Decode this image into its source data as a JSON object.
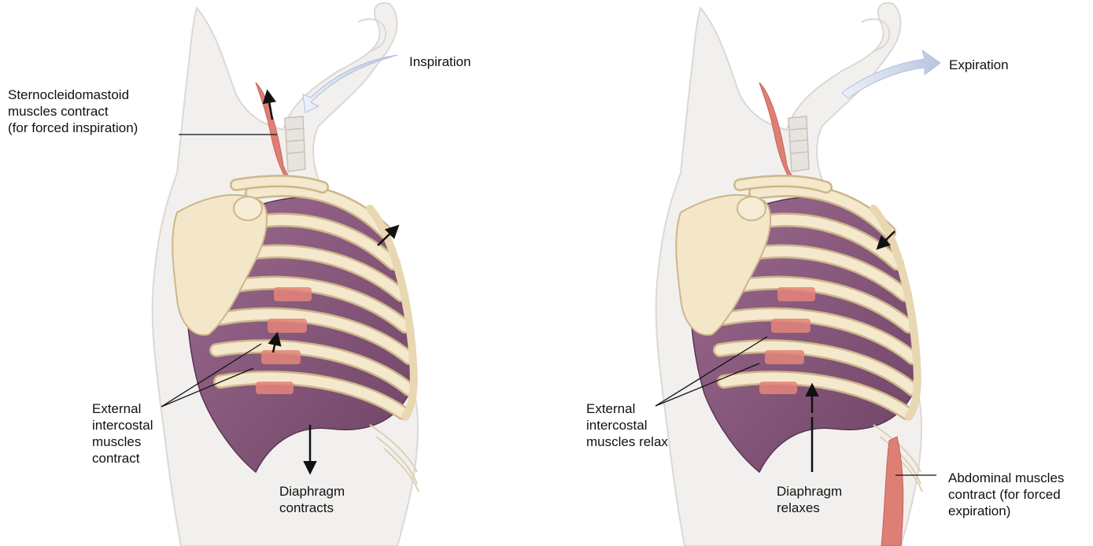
{
  "panels": [
    {
      "name": "inspiration",
      "airflow_label": "Inspiration",
      "scm_label": "Sternocleidomastoid\nmuscles contract\n(for forced inspiration)",
      "intercostal_label": "External\nintercostal\nmuscles\ncontract",
      "diaphragm_label": "Diaphragm\ncontracts"
    },
    {
      "name": "expiration",
      "airflow_label": "Expiration",
      "intercostal_label": "External\nintercostal\nmuscles relax",
      "diaphragm_label": "Diaphragm\nrelaxes",
      "abdominal_label": "Abdominal muscles\ncontract (for forced\nexpiration)"
    }
  ],
  "colors": {
    "body": "#f1efed",
    "body_outline": "#d9d6d2",
    "bone": "#f3e6c9",
    "bone_outline": "#cdb68a",
    "lung": "#8a5a7e",
    "lung_light": "#b98ca9",
    "muscle": "#dc7a72",
    "airflow": "#c9d2ea",
    "line": "#111111"
  }
}
